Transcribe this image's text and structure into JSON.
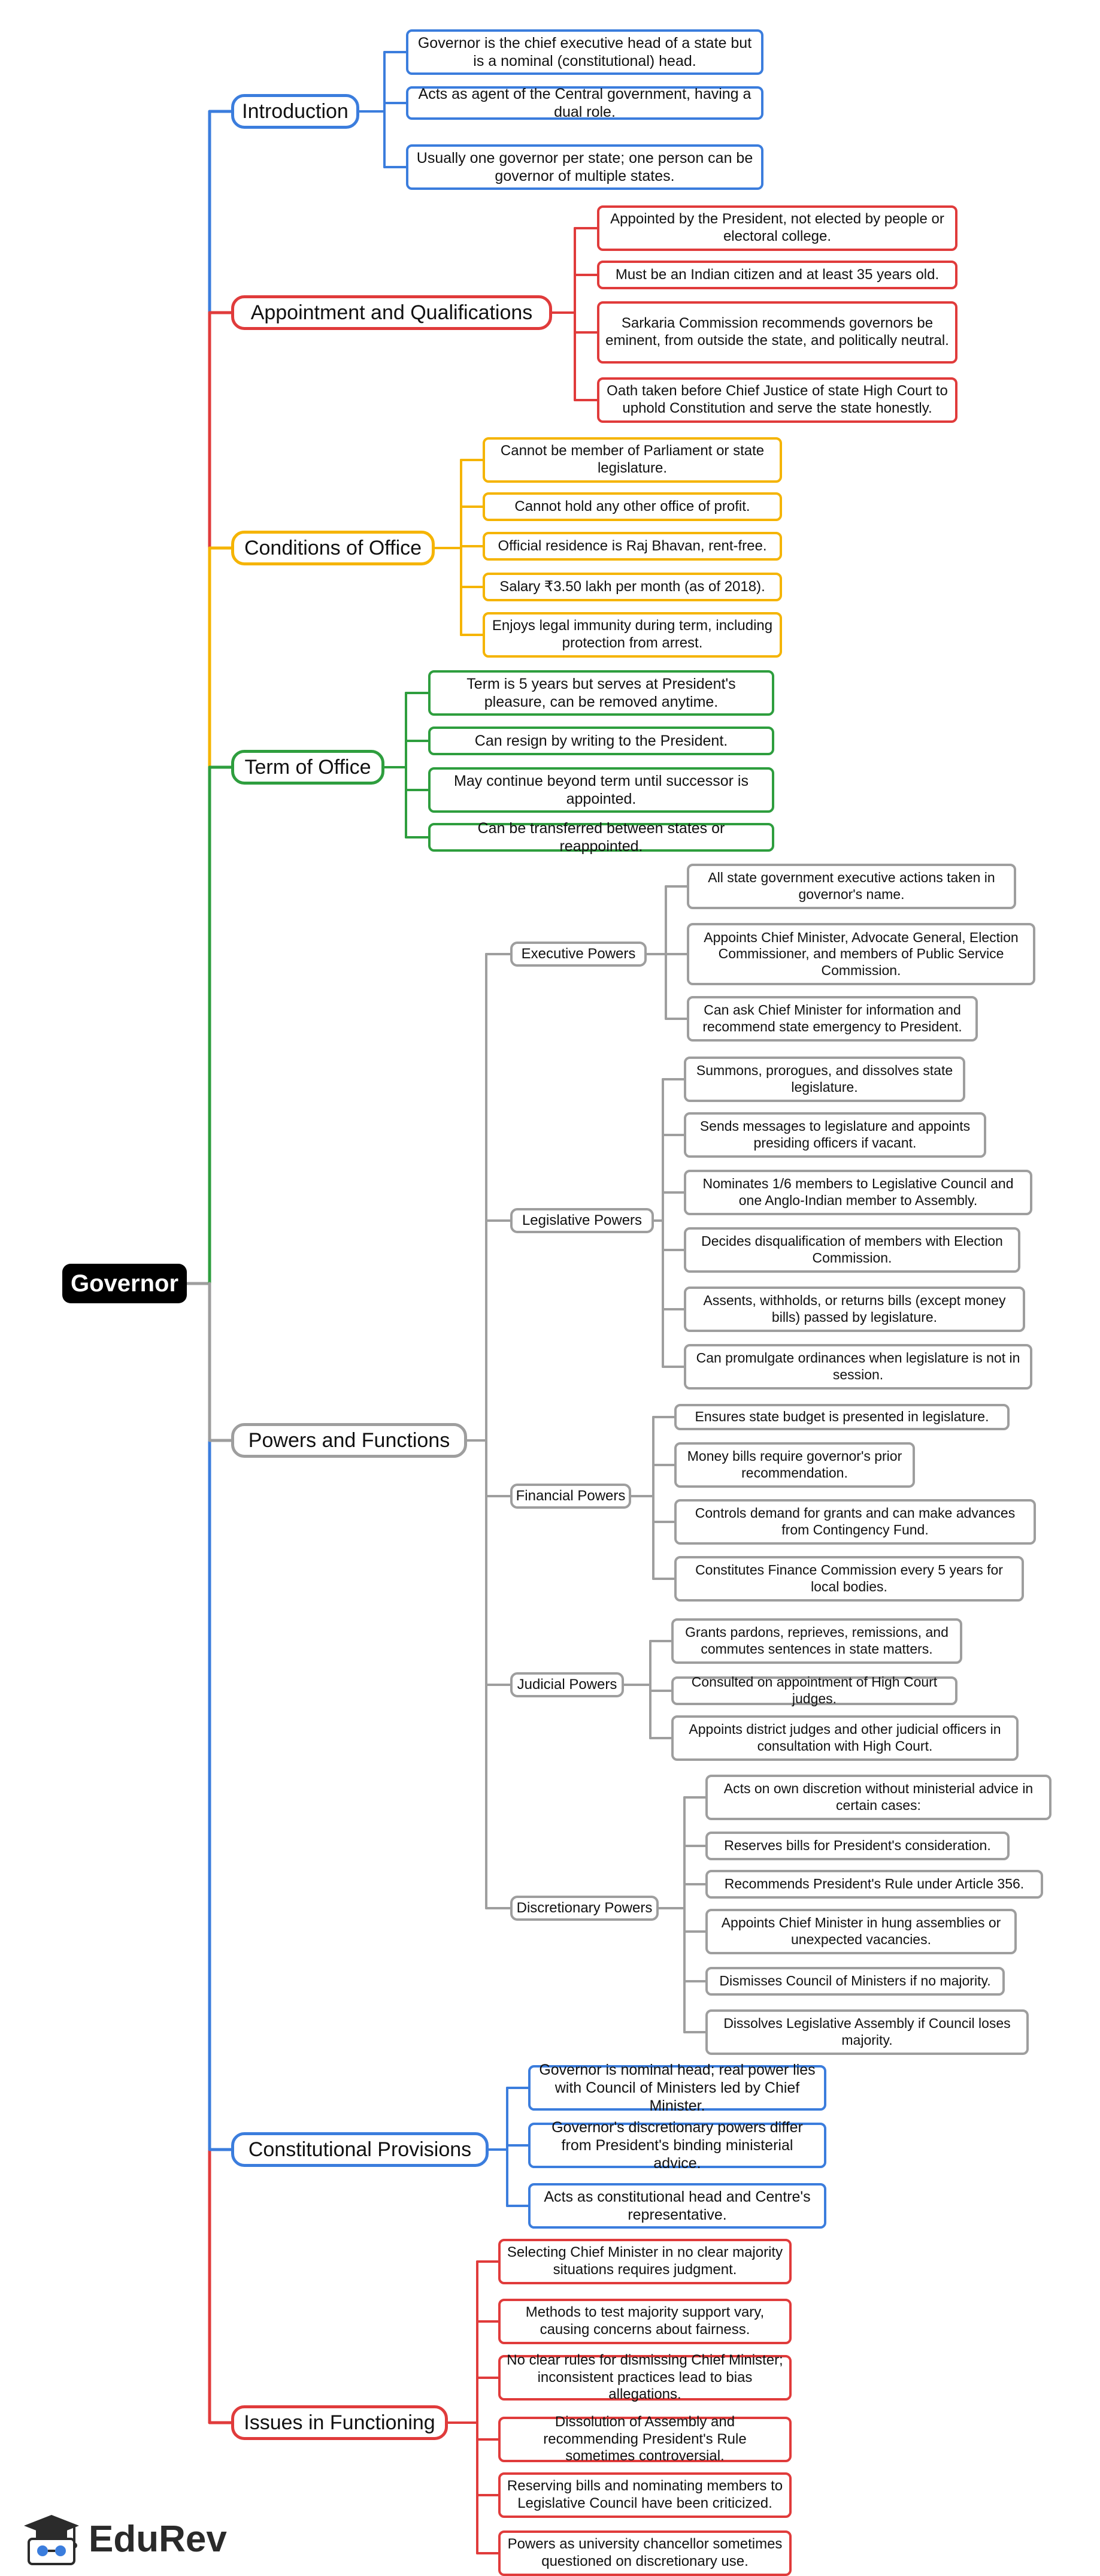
{
  "colors": {
    "blue": "#3b7ddd",
    "red": "#e03b3b",
    "orange": "#f5b400",
    "green": "#2e9e3e",
    "gray": "#9e9e9e",
    "black": "#000000"
  },
  "root": {
    "label": "Governor"
  },
  "branches": [
    {
      "label": "Introduction",
      "color": "blue",
      "leaves": [
        "Governor is the chief executive head of a state but is a nominal (constitutional) head.",
        "Acts as agent of the Central government, having a dual role.",
        "Usually one governor per state; one person can be governor of multiple states."
      ]
    },
    {
      "label": "Appointment and Qualifications",
      "color": "red",
      "leaves": [
        "Appointed by the President, not elected by people or electoral college.",
        "Must be an Indian citizen and at least 35 years old.",
        "Sarkaria Commission recommends governors be eminent, from outside the state, and politically neutral.",
        "Oath taken before Chief Justice of state High Court to uphold Constitution and serve the state honestly."
      ]
    },
    {
      "label": "Conditions of Office",
      "color": "orange",
      "leaves": [
        "Cannot be member of Parliament or state legislature.",
        "Cannot hold any other office of profit.",
        "Official residence is Raj Bhavan, rent-free.",
        "Salary ₹3.50 lakh per month (as of 2018).",
        "Enjoys legal immunity during term, including protection from arrest."
      ]
    },
    {
      "label": "Term of Office",
      "color": "green",
      "leaves": [
        "Term is 5 years but serves at President's pleasure, can be removed anytime.",
        "Can resign by writing to the President.",
        "May continue beyond term until successor is appointed.",
        "Can be transferred between states or reappointed."
      ]
    },
    {
      "label": "Powers and Functions",
      "color": "gray",
      "subs": [
        {
          "label": "Executive Powers",
          "leaves": [
            "All state government executive actions taken in governor's name.",
            "Appoints Chief Minister, Advocate General, Election Commissioner, and members of Public Service Commission.",
            "Can ask Chief Minister for information and recommend state emergency to President."
          ]
        },
        {
          "label": "Legislative Powers",
          "leaves": [
            "Summons, prorogues, and dissolves state legislature.",
            "Sends messages to legislature and appoints presiding officers if vacant.",
            "Nominates 1/6 members to Legislative Council and one Anglo-Indian member to Assembly.",
            "Decides disqualification of members with Election Commission.",
            "Assents, withholds, or returns bills (except money bills) passed by legislature.",
            "Can promulgate ordinances when legislature is not in session."
          ]
        },
        {
          "label": "Financial Powers",
          "leaves": [
            "Ensures state budget is presented in legislature.",
            "Money bills require governor's prior recommendation.",
            "Controls demand for grants and can make advances from Contingency Fund.",
            "Constitutes Finance Commission every 5 years for local bodies."
          ]
        },
        {
          "label": "Judicial Powers",
          "leaves": [
            "Grants pardons, reprieves, remissions, and commutes sentences in state matters.",
            "Consulted on appointment of High Court judges.",
            "Appoints district judges and other judicial officers in consultation with High Court."
          ]
        },
        {
          "label": "Discretionary Powers",
          "leaves": [
            "Acts on own discretion without ministerial advice in certain cases:",
            "Reserves bills for President's consideration.",
            "Recommends President's Rule under Article 356.",
            "Appoints Chief Minister in hung assemblies or unexpected vacancies.",
            "Dismisses Council of Ministers if no majority.",
            "Dissolves Legislative Assembly if Council loses majority."
          ]
        }
      ]
    },
    {
      "label": "Constitutional Provisions",
      "color": "blue",
      "leaves": [
        "Governor is nominal head; real power lies with Council of Ministers led by Chief Minister.",
        "Governor's discretionary powers differ from President's binding ministerial advice.",
        "Acts as constitutional head and Centre's representative."
      ]
    },
    {
      "label": "Issues in Functioning",
      "color": "red",
      "leaves": [
        "Selecting Chief Minister in no clear majority situations requires judgment.",
        "Methods to test majority support vary, causing concerns about fairness.",
        "No clear rules for dismissing Chief Minister; inconsistent practices lead to bias allegations.",
        "Dissolution of Assembly and recommending President's Rule sometimes controversial.",
        "Reserving bills and nominating members to Legislative Council have been criticized.",
        "Powers as university chancellor sometimes questioned on discretionary use."
      ]
    }
  ],
  "brand": {
    "name": "EduRev",
    "icon": "graduation-cap-logo-icon"
  }
}
